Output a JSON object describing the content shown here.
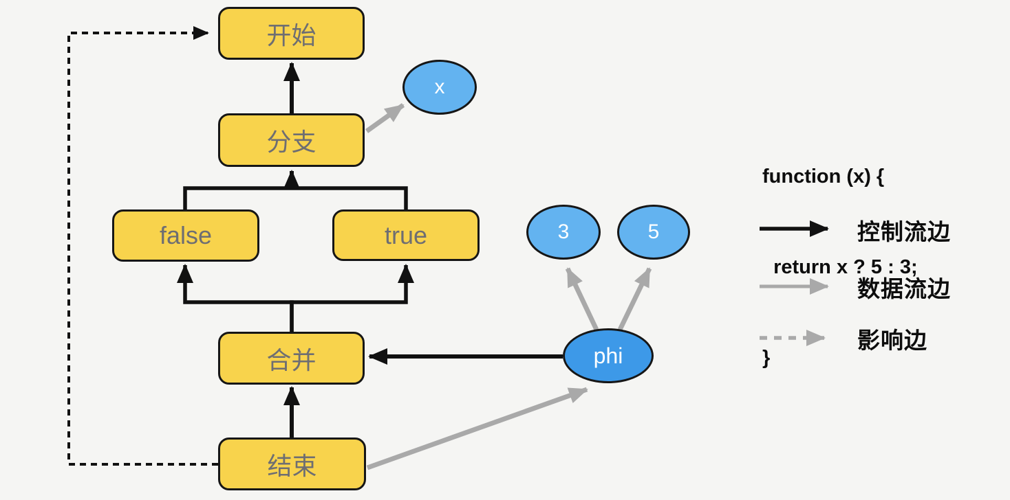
{
  "diagram": {
    "nodes": {
      "start": {
        "label": "开始",
        "type": "control-block"
      },
      "branch": {
        "label": "分支",
        "type": "control-block"
      },
      "false_block": {
        "label": "false",
        "type": "control-block"
      },
      "true_block": {
        "label": "true",
        "type": "control-block"
      },
      "merge": {
        "label": "合并",
        "type": "control-block"
      },
      "end": {
        "label": "结束",
        "type": "control-block"
      },
      "x_value": {
        "label": "x",
        "type": "value"
      },
      "const_3": {
        "label": "3",
        "type": "value"
      },
      "const_5": {
        "label": "5",
        "type": "value"
      },
      "phi": {
        "label": "phi",
        "type": "phi-value"
      }
    },
    "edges": [
      {
        "from": "branch",
        "to": "start",
        "type": "control-flow"
      },
      {
        "from": "false_block",
        "to": "branch",
        "type": "control-flow"
      },
      {
        "from": "true_block",
        "to": "branch",
        "type": "control-flow"
      },
      {
        "from": "merge",
        "to": "false_block",
        "type": "control-flow"
      },
      {
        "from": "merge",
        "to": "true_block",
        "type": "control-flow"
      },
      {
        "from": "end",
        "to": "merge",
        "type": "control-flow"
      },
      {
        "from": "phi",
        "to": "merge",
        "type": "control-flow"
      },
      {
        "from": "branch",
        "to": "x_value",
        "type": "data-flow"
      },
      {
        "from": "phi",
        "to": "const_3",
        "type": "data-flow"
      },
      {
        "from": "phi",
        "to": "const_5",
        "type": "data-flow"
      },
      {
        "from": "end",
        "to": "phi",
        "type": "data-flow"
      },
      {
        "from": "end",
        "to": "start",
        "type": "effect"
      }
    ],
    "colors": {
      "background": "#f5f5f3",
      "block_fill": "#f8d34c",
      "block_border": "#161616",
      "block_text": "#6e6e72",
      "value_fill": "#63b3f0",
      "phi_fill": "#3d99e8",
      "control_edge": "#111111",
      "data_edge": "#a9a9a9"
    }
  },
  "code": {
    "lines": [
      "function (x) {",
      "  return x ? 5 : 3;",
      "}"
    ]
  },
  "legend": {
    "items": [
      {
        "label": "控制流边",
        "style": "solid-black"
      },
      {
        "label": "数据流边",
        "style": "solid-gray"
      },
      {
        "label": "影响边",
        "style": "dashed-gray"
      }
    ]
  }
}
